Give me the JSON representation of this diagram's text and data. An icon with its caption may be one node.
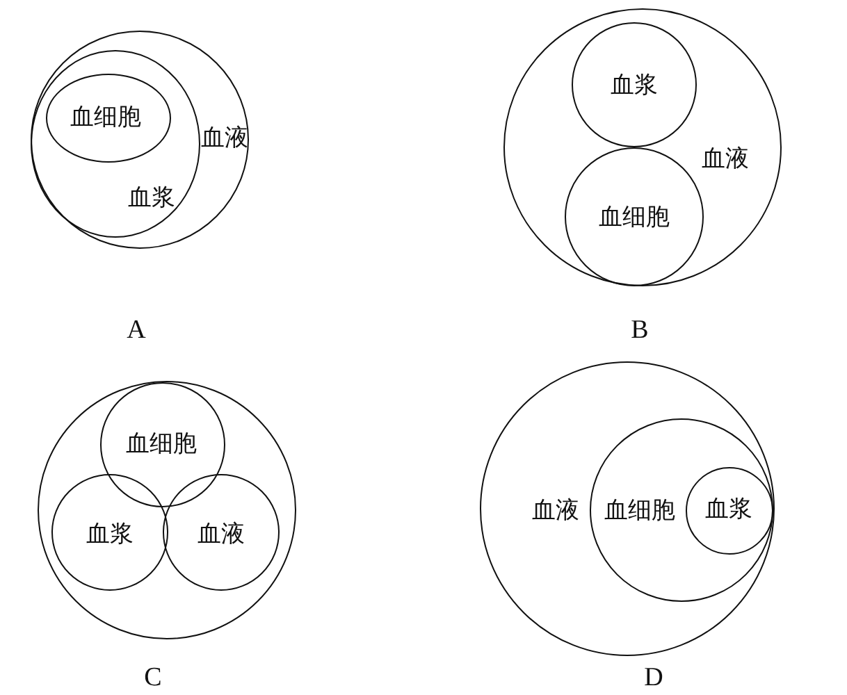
{
  "diagram": {
    "nodes": [
      {
        "text": [
          "血液"
        ]
      },
      {
        "text": [
          "血浆"
        ],
        "in": 0
      },
      {
        "text": [
          "血细胞"
        ],
        "in": 1
      },
      {
        "text": [
          "血液"
        ]
      },
      {
        "text": [
          "血浆"
        ],
        "in": 3
      },
      {
        "text": [
          "血细胞"
        ],
        "in": 3
      },
      {
        "text": [],
        "shape": "circle"
      },
      {
        "text": [
          "血细胞"
        ],
        "in": 6
      },
      {
        "text": [
          "血浆"
        ],
        "in": 6
      },
      {
        "text": [
          "血液"
        ],
        "in": 6
      },
      {
        "text": [
          "血液"
        ]
      },
      {
        "text": [
          "血细胞"
        ],
        "in": 10
      },
      {
        "text": [
          "血浆"
        ],
        "in": 11
      }
    ],
    "edges": [],
    "labels": [
      "A",
      "B",
      "C",
      "D"
    ]
  }
}
